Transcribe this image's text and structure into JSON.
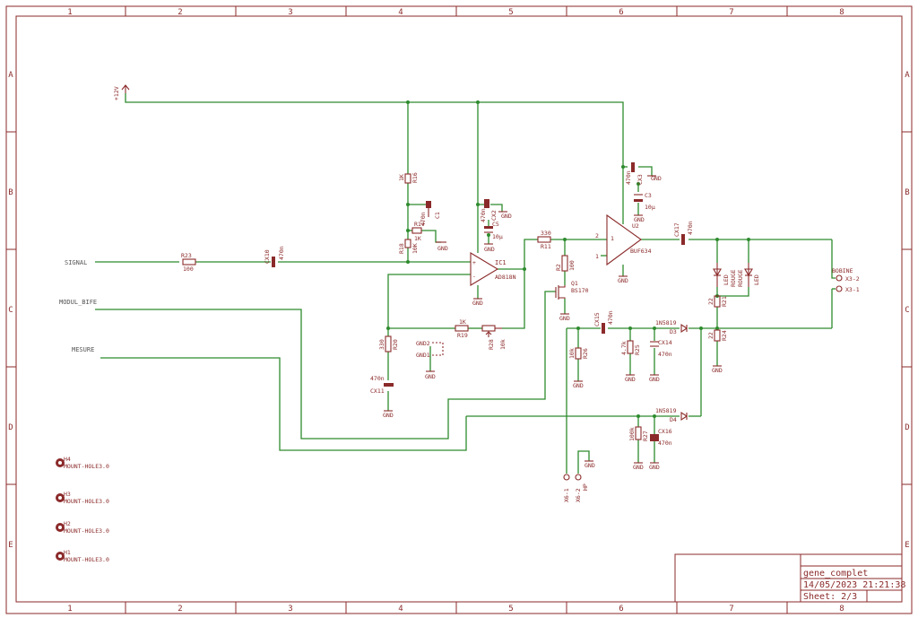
{
  "frame": {
    "columns": [
      "1",
      "2",
      "3",
      "4",
      "5",
      "6",
      "7",
      "8"
    ],
    "rows": [
      "A",
      "B",
      "C",
      "D",
      "E"
    ]
  },
  "title_block": {
    "name": "gene_complet",
    "date": "14/05/2023 21:21:38",
    "sheet": "Sheet: 2/3"
  },
  "nets": {
    "supply": "+12V",
    "signal": "SIGNAL",
    "modul": "MODUL_BIFE",
    "mesure": "MESURE",
    "gnd": "GND",
    "gnd2": "GND2",
    "gnd1": "GND1"
  },
  "components": {
    "r23": {
      "ref": "R23",
      "val": "100"
    },
    "cx10": {
      "ref": "CX10",
      "val": "470n"
    },
    "r16": {
      "ref": "R16",
      "val": "1K"
    },
    "r17": {
      "ref": "R17",
      "val": "1K"
    },
    "c1": {
      "ref": "C1",
      "val": "470n"
    },
    "r18": {
      "ref": "R18",
      "val": "10K"
    },
    "cx2": {
      "ref": "CX2",
      "val": "470n"
    },
    "c5": {
      "ref": "C5",
      "val": "10µ"
    },
    "ic1": {
      "ref": "IC1",
      "val": "AD818N"
    },
    "r11": {
      "ref": "R11",
      "val": "330"
    },
    "r2": {
      "ref": "R2",
      "val": "100"
    },
    "q1": {
      "ref": "Q1",
      "val": "BS170"
    },
    "u2": {
      "ref": "U2",
      "val": "BUF634"
    },
    "c3": {
      "ref": "C3",
      "val": "10µ"
    },
    "cx3": {
      "ref": "CX3",
      "val": "470n"
    },
    "cx17": {
      "ref": "CX17",
      "val": "470n"
    },
    "r19": {
      "ref": "R19",
      "val": "1K"
    },
    "r28": {
      "ref": "R28",
      "val": "10k"
    },
    "r20": {
      "ref": "R20",
      "val": "330"
    },
    "cx11": {
      "ref": "CX11",
      "val": "470n"
    },
    "cx15": {
      "ref": "CX15",
      "val": "470n"
    },
    "r26": {
      "ref": "R26",
      "val": "10k"
    },
    "r25": {
      "ref": "R25",
      "val": "4.7k"
    },
    "cx14": {
      "ref": "CX14",
      "val": "470n"
    },
    "d3": {
      "ref": "D3",
      "val": "1N5819"
    },
    "d4": {
      "ref": "D4",
      "val": "1N5819"
    },
    "r27": {
      "ref": "R27",
      "val": "100k"
    },
    "cx16": {
      "ref": "CX16",
      "val": "470n"
    },
    "r21": {
      "ref": "R21",
      "val": "22"
    },
    "r24": {
      "ref": "R24",
      "val": "22"
    },
    "led1": {
      "ref": "LED",
      "val": "ROUGE"
    },
    "led2": {
      "ref": "LED",
      "val": "ROUGE"
    },
    "bobine": {
      "ref": "BOBINE",
      "pin1": "X3-1",
      "pin2": "X3-2"
    },
    "hp": {
      "ref": "HP",
      "pin1": "X6-1",
      "pin2": "X6-2"
    }
  },
  "mount_holes": [
    {
      "ref": "H4",
      "val": "MOUNT-HOLE3.0"
    },
    {
      "ref": "H3",
      "val": "MOUNT-HOLE3.0"
    },
    {
      "ref": "H2",
      "val": "MOUNT-HOLE3.0"
    },
    {
      "ref": "H1",
      "val": "MOUNT-HOLE3.0"
    }
  ]
}
